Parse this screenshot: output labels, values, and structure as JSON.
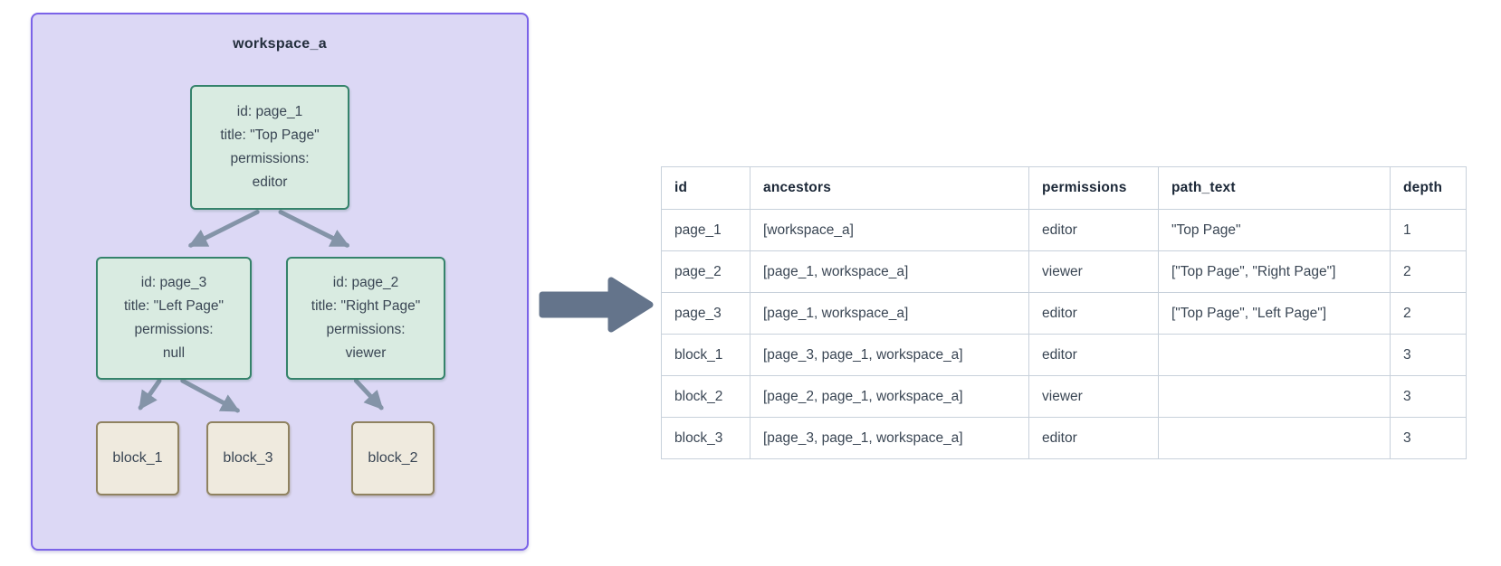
{
  "colors": {
    "workspace_fill": "#dcd8f5",
    "workspace_border": "#7b63e8",
    "page_fill": "#d9ebe1",
    "page_border": "#35836b",
    "block_fill": "#efeade",
    "block_border": "#8f8260",
    "connector": "#8494a8",
    "flow_arrow": "#64748b",
    "table_border": "#c8d1db",
    "header_text": "#1b2737",
    "body_text": "#3a4654"
  },
  "diagram": {
    "workspace_label": "workspace_a",
    "page_nodes": [
      {
        "name": "page_1",
        "lines": [
          "id: page_1",
          "title: \"Top Page\"",
          "permissions:",
          "editor"
        ]
      },
      {
        "name": "page_3",
        "lines": [
          "id: page_3",
          "title: \"Left Page\"",
          "permissions:",
          "null"
        ]
      },
      {
        "name": "page_2",
        "lines": [
          "id: page_2",
          "title: \"Right Page\"",
          "permissions:",
          "viewer"
        ]
      }
    ],
    "block_nodes": [
      {
        "name": "block_1",
        "label": "block_1"
      },
      {
        "name": "block_3",
        "label": "block_3"
      },
      {
        "name": "block_2",
        "label": "block_2"
      }
    ]
  },
  "table": {
    "columns": [
      "id",
      "ancestors",
      "permissions",
      "path_text",
      "depth"
    ],
    "rows": [
      [
        "page_1",
        "[workspace_a]",
        "editor",
        "\"Top Page\"",
        "1"
      ],
      [
        "page_2",
        "[page_1, workspace_a]",
        "viewer",
        "[\"Top Page\", \"Right Page\"]",
        "2"
      ],
      [
        "page_3",
        "[page_1, workspace_a]",
        "editor",
        "[\"Top Page\", \"Left Page\"]",
        "2"
      ],
      [
        "block_1",
        "[page_3, page_1, workspace_a]",
        "editor",
        "",
        "3"
      ],
      [
        "block_2",
        "[page_2, page_1, workspace_a]",
        "viewer",
        "",
        "3"
      ],
      [
        "block_3",
        "[page_3, page_1, workspace_a]",
        "editor",
        "",
        "3"
      ]
    ]
  }
}
